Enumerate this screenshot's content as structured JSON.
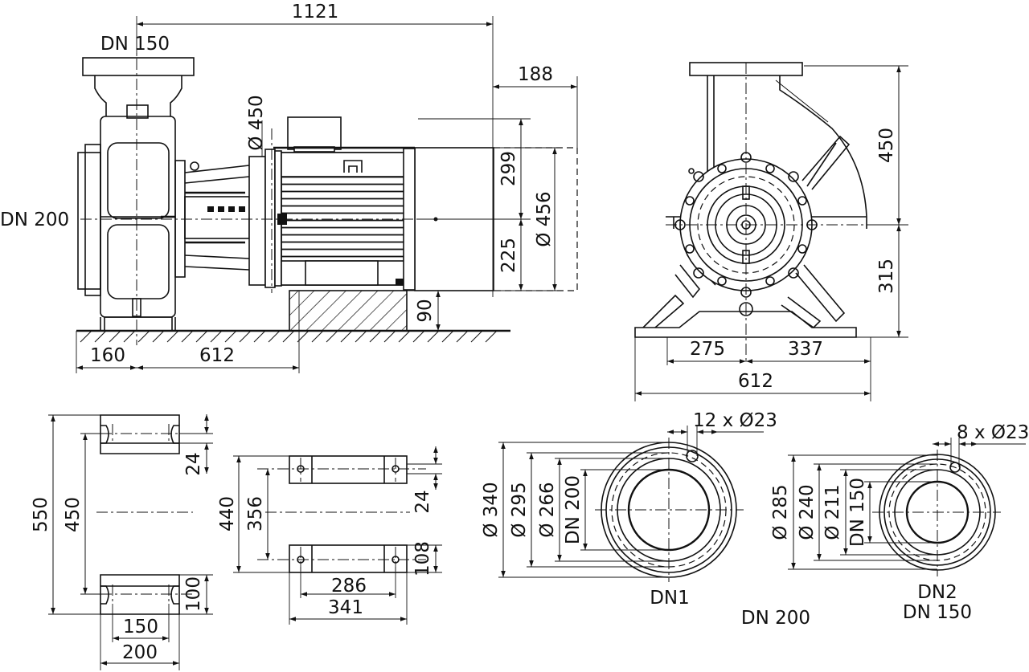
{
  "side_view": {
    "overall_length": "1121",
    "flange_top": "DN 150",
    "flange_side": "DN 200",
    "motor_overhang": "188",
    "terminal_box_dia": "Ø 450",
    "motor_upper_height": "299",
    "motor_lower_height": "225",
    "motor_dia": "Ø 456",
    "base_height": "90",
    "foot_offset": "160",
    "foot_to_motor": "612"
  },
  "front_view": {
    "height_above_axis": "450",
    "height_below_axis": "315",
    "left_width": "275",
    "right_width": "337",
    "total_width": "612"
  },
  "pump_foot_plan": {
    "total_length": "550",
    "hole_spacing": "450",
    "foot_depth": "24",
    "foot_width": "100",
    "hole_pitch": "150",
    "overall_width": "200"
  },
  "motor_foot_plan": {
    "outer_length": "440",
    "hole_spacing": "356",
    "foot_depth": "24",
    "foot_width": "108",
    "hole_pitch": "286",
    "overall_width": "341"
  },
  "flange_dn1": {
    "bolt_holes": "12 x Ø23",
    "outer_dia": "Ø 340",
    "bolt_circle": "Ø 295",
    "raised_face": "Ø 266",
    "bore": "DN 200",
    "label": "DN1",
    "size_label": "DN 200"
  },
  "flange_dn2": {
    "bolt_holes": "8 x Ø23",
    "outer_dia": "Ø 285",
    "bolt_circle": "Ø 240",
    "raised_face": "Ø 211",
    "bore": "DN 150",
    "label": "DN2",
    "size_label": "DN 150"
  }
}
